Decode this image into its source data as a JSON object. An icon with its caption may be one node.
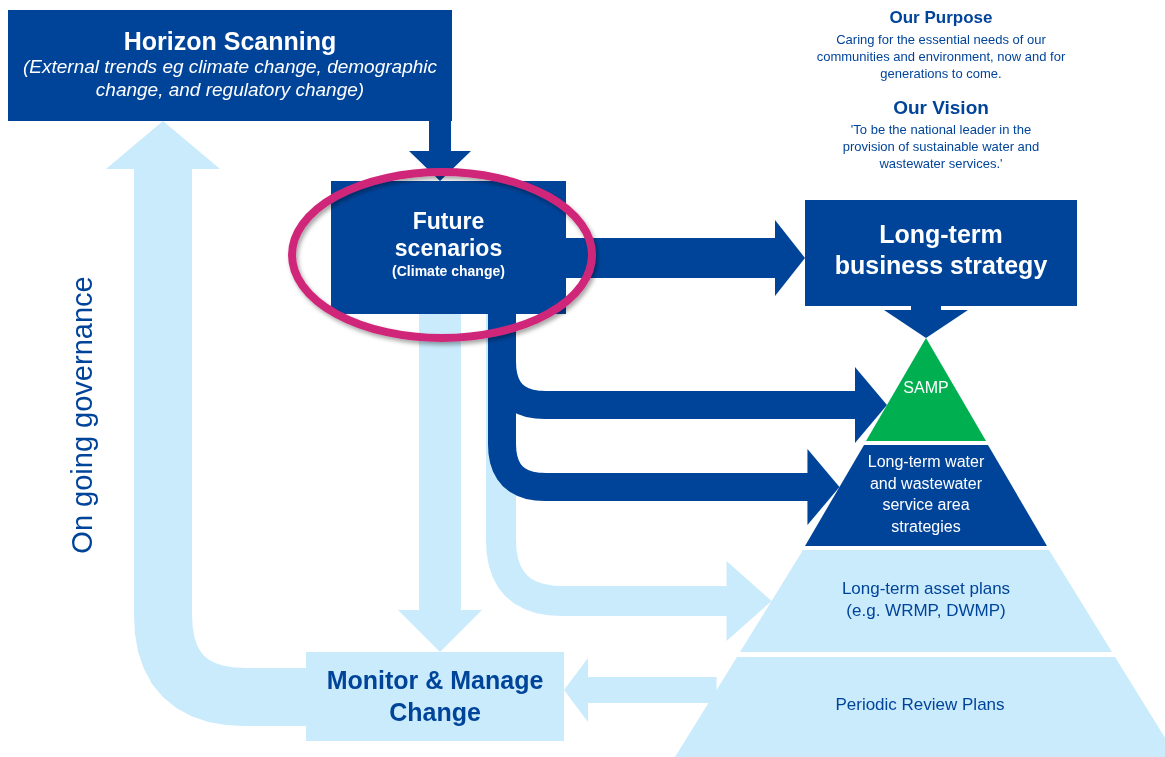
{
  "diagram": {
    "nodes": [
      {
        "text": [
          "Horizon Scanning",
          "(External trends eg climate change, demographic change, and regulatory change)"
        ]
      },
      {
        "text": [
          "Future scenarios",
          "(Climate change)"
        ]
      },
      {
        "text": [
          "Long-term business strategy"
        ]
      },
      {
        "text": [
          "SAMP"
        ]
      },
      {
        "text": [
          "Long-term water and wastewater service area strategies"
        ]
      },
      {
        "text": [
          "Long-term asset plans (e.g. WRMP, DWMP)"
        ]
      },
      {
        "text": [
          "Periodic Review Plans"
        ]
      },
      {
        "text": [
          "Monitor & Manage Change"
        ]
      }
    ],
    "edges": [
      {
        "from": 0,
        "to": 1,
        "arrow": "to"
      },
      {
        "from": 1,
        "to": 2,
        "arrow": "to"
      },
      {
        "from": 2,
        "to": 3,
        "arrow": "to"
      },
      {
        "from": 1,
        "to": 5,
        "arrow": "to",
        "color": "#c9ebfc"
      },
      {
        "from": 1,
        "to": 7,
        "arrow": "to",
        "color": "#c9ebfc"
      },
      {
        "from": 6,
        "to": 7,
        "arrow": "to",
        "color": "#c9ebfc"
      },
      {
        "from": 7,
        "to": 0,
        "arrow": "to",
        "color": "#c9ebfc"
      },
      {
        "from": 1,
        "to": 3,
        "arrow": "to"
      },
      {
        "from": 1,
        "to": 4,
        "arrow": "to"
      }
    ],
    "labels": [
      "Our Purpose",
      "Caring for the essential needs of our communities and environment, now and for generations to come.",
      "Our Vision",
      "'To be the national leader in the provision of sustainable water and wastewater services.'",
      "On going governance"
    ]
  }
}
